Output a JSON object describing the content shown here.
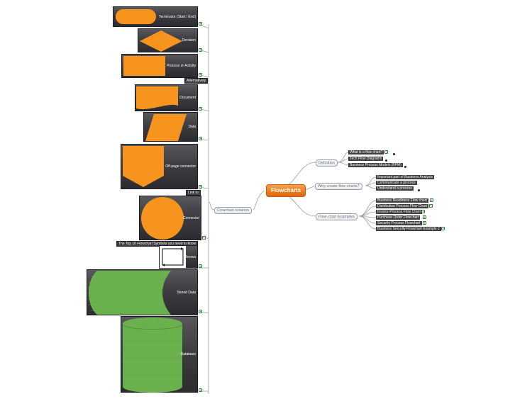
{
  "root": {
    "label": "Flowcharts"
  },
  "branches": {
    "definition": {
      "label": "Definition",
      "items": [
        "What is a flow chart?",
        "Tech Flow Diagrams",
        "Business Process Models (BPM)"
      ]
    },
    "why": {
      "label": "Why create flow charts?",
      "items": [
        "Important part of Business Analysis",
        "Communicate a process",
        "Understand a process"
      ]
    },
    "examples": {
      "label": "Flow chart Examples",
      "items": [
        "Business Readiness Flow chart",
        "Distribution Process Flow Chart",
        "Invoice Process Flow Chart",
        "Purchase Order Flowchart",
        "Security Process Flowchart",
        "Business Security Flowchart Example 2"
      ]
    },
    "notation": {
      "label": "Flowchart notation",
      "symbols": [
        "Terminator (Start / End)",
        "Decision",
        "Process or Activity",
        "Document",
        "Data",
        "Off-page connector",
        "Connector",
        "Arrows",
        "Stored Data",
        "Database"
      ],
      "tags": {
        "alternatively": "Alternatively",
        "link": "Link to",
        "top10": "The Top 10 Flowchart Symbols you need to know"
      }
    }
  },
  "colors": {
    "orange": "#f7941d",
    "green": "#6ab04c",
    "card_dark": "#3e3e42"
  }
}
